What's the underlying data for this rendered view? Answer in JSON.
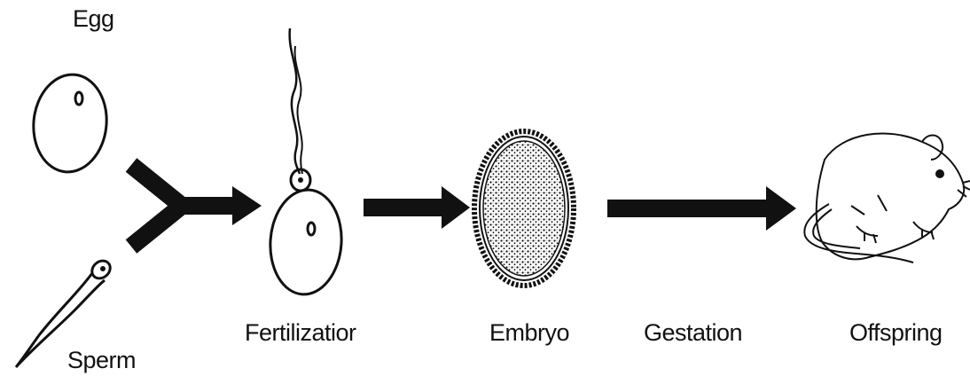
{
  "labels": {
    "egg": "Egg",
    "sperm": "Sperm",
    "fertilization": "Fertilizatior",
    "embryo": "Embryo",
    "gestation": "Gestation",
    "offspring": "Offspring"
  },
  "colors": {
    "ink": "#111111",
    "background": "#ffffff"
  },
  "icons": [
    "egg-icon",
    "sperm-icon",
    "fertilized-egg-icon",
    "embryo-icon",
    "rat-offspring-icon",
    "arrow-icon"
  ]
}
